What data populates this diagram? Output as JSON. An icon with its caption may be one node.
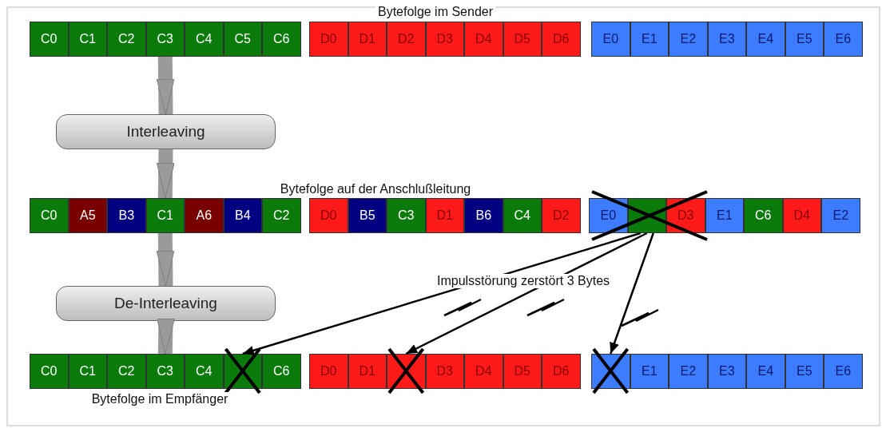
{
  "diagram": {
    "nodes": [
      {
        "text": [
          "C0"
        ]
      },
      {
        "text": [
          "C1"
        ]
      },
      {
        "text": [
          "C2"
        ]
      },
      {
        "text": [
          "C3"
        ]
      },
      {
        "text": [
          "C4"
        ]
      },
      {
        "text": [
          "C5"
        ]
      },
      {
        "text": [
          "C6"
        ]
      },
      {
        "text": [
          "D0"
        ]
      },
      {
        "text": [
          "D1"
        ]
      },
      {
        "text": [
          "D2"
        ]
      },
      {
        "text": [
          "D3"
        ]
      },
      {
        "text": [
          "D4"
        ]
      },
      {
        "text": [
          "D5"
        ]
      },
      {
        "text": [
          "D6"
        ]
      },
      {
        "text": [
          "E0"
        ]
      },
      {
        "text": [
          "E1"
        ]
      },
      {
        "text": [
          "E2"
        ]
      },
      {
        "text": [
          "E3"
        ]
      },
      {
        "text": [
          "E4"
        ]
      },
      {
        "text": [
          "E5"
        ]
      },
      {
        "text": [
          "E6"
        ]
      },
      {
        "text": [
          "Interleaving"
        ]
      },
      {
        "text": [
          "C0"
        ]
      },
      {
        "text": [
          "A5"
        ]
      },
      {
        "text": [
          "B3"
        ]
      },
      {
        "text": [
          "C1"
        ]
      },
      {
        "text": [
          "A6"
        ]
      },
      {
        "text": [
          "B4"
        ]
      },
      {
        "text": [
          "C2"
        ]
      },
      {
        "text": [
          "D0"
        ]
      },
      {
        "text": [
          "B5"
        ]
      },
      {
        "text": [
          "C3"
        ]
      },
      {
        "text": [
          "D1"
        ]
      },
      {
        "text": [
          "B6"
        ]
      },
      {
        "text": [
          "C4"
        ]
      },
      {
        "text": [
          "D2"
        ]
      },
      {
        "text": [
          "E0"
        ]
      },
      {
        "text": [],
        "shape": "box"
      },
      {
        "text": [
          "D3"
        ]
      },
      {
        "text": [
          "E1"
        ]
      },
      {
        "text": [
          "C6"
        ]
      },
      {
        "text": [
          "D4"
        ]
      },
      {
        "text": [
          "E2"
        ]
      },
      {
        "text": [
          "De-Interleaving"
        ]
      },
      {
        "text": [
          "C0"
        ]
      },
      {
        "text": [
          "C1"
        ]
      },
      {
        "text": [
          "C2"
        ]
      },
      {
        "text": [
          "C3"
        ]
      },
      {
        "text": [
          "C4"
        ]
      },
      {
        "text": [],
        "shape": "box"
      },
      {
        "text": [
          "C6"
        ]
      },
      {
        "text": [
          "D0"
        ]
      },
      {
        "text": [
          "D1"
        ]
      },
      {
        "text": [],
        "shape": "box"
      },
      {
        "text": [
          "D3"
        ]
      },
      {
        "text": [
          "D4"
        ]
      },
      {
        "text": [
          "D5"
        ]
      },
      {
        "text": [
          "D6"
        ]
      },
      {
        "text": [],
        "shape": "box"
      },
      {
        "text": [
          "E1"
        ]
      },
      {
        "text": [
          "E2"
        ]
      },
      {
        "text": [
          "E3"
        ]
      },
      {
        "text": [
          "E4"
        ]
      },
      {
        "text": [
          "E5"
        ]
      },
      {
        "text": [
          "E6"
        ]
      }
    ],
    "edges": [
      {
        "from": 3,
        "to": 21,
        "arrow": "to"
      },
      {
        "from": 21,
        "to": 25,
        "arrow": "to"
      },
      {
        "from": 25,
        "to": 43,
        "arrow": "to"
      },
      {
        "from": 43,
        "to": 47,
        "arrow": "to"
      },
      {
        "from": 37,
        "to": 49,
        "arrow": "to",
        "color": "#000000"
      },
      {
        "from": 37,
        "to": 53,
        "arrow": "to",
        "color": "#000000"
      },
      {
        "from": 37,
        "to": 58,
        "arrow": "to",
        "color": "#000000"
      }
    ],
    "labels": [
      "Bytefolge im Sender",
      "Bytefolge auf der Anschlußleitung",
      "Impulsstörung zerstört 3 Bytes",
      "Bytefolge im Empfänger"
    ]
  }
}
